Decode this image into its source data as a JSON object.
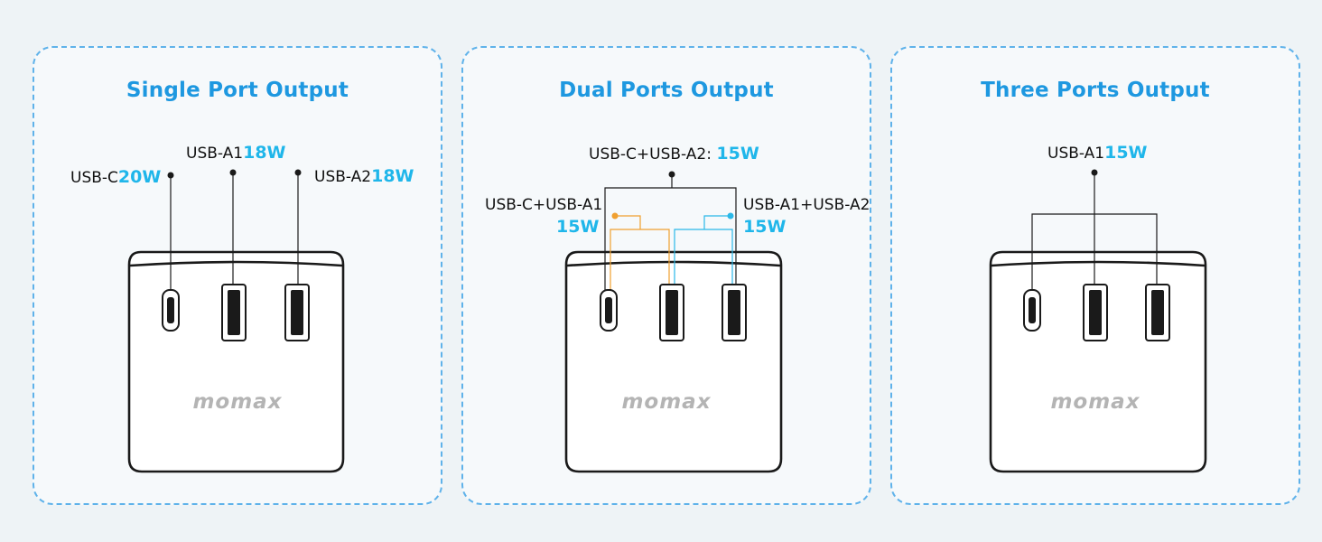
{
  "panels": [
    {
      "title": "Single Port Output",
      "labels": {
        "usbc": {
          "name": "USB-C",
          "watt": "20W"
        },
        "usba1": {
          "name": "USB-A1",
          "watt": "18W"
        },
        "usba2": {
          "name": "USB-A2",
          "watt": "18W"
        }
      },
      "logo": "momax"
    },
    {
      "title": "Dual Ports Output",
      "labels": {
        "ca2": {
          "name": "USB-C+USB-A2:",
          "watt": "15W"
        },
        "ca1": {
          "name": "USB-C+USB-A1",
          "watt": "15W"
        },
        "a1a2": {
          "name": "USB-A1+USB-A2",
          "watt": "15W"
        }
      },
      "logo": "momax"
    },
    {
      "title": "Three Ports Output",
      "labels": {
        "usba1": {
          "name": "USB-A1",
          "watt": "15W"
        }
      },
      "logo": "momax"
    }
  ],
  "colors": {
    "accent_title": "#1e98e0",
    "watt": "#1fb6ea",
    "dashed_border": "#5fb2ea",
    "orange_line": "#f0a030",
    "blue_line": "#2ab8e8"
  },
  "icons": [
    "usb-c-port-icon",
    "usb-a-port-icon",
    "charger-body-icon"
  ]
}
